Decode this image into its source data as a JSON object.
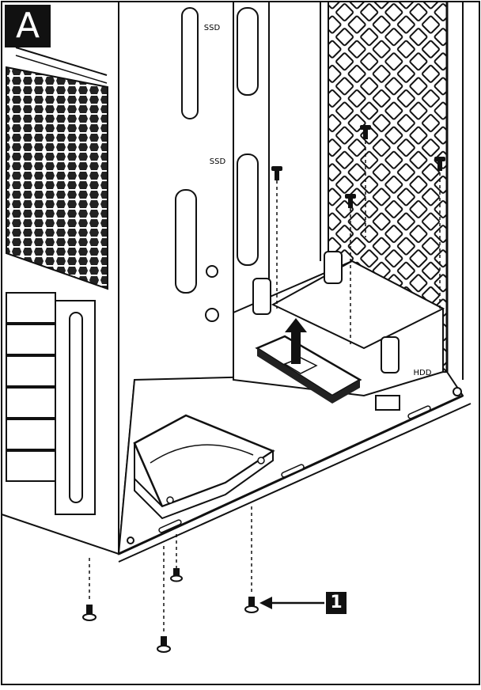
{
  "figure": {
    "step_label": "A",
    "callout_number": "1",
    "bay_labels": {
      "ssd_top": "SSD",
      "ssd_mid": "SSD",
      "hdd": "HDD"
    }
  }
}
